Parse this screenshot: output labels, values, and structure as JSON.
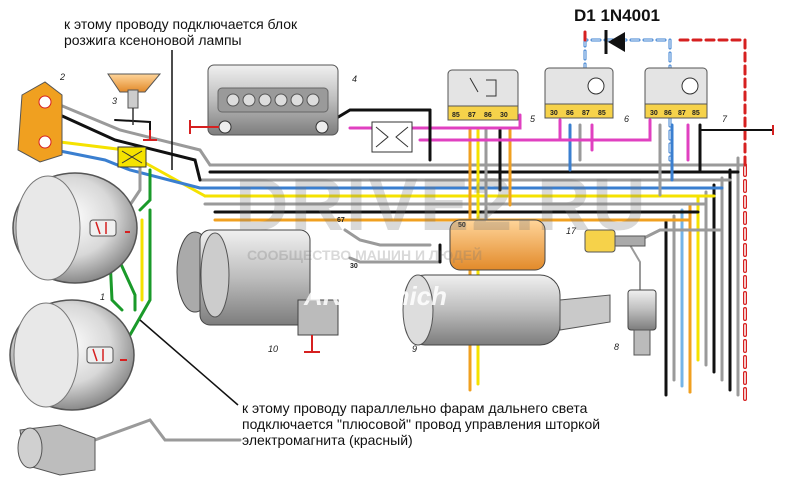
{
  "annotations": {
    "top_note": {
      "line1": "к этому проводу подключается блок",
      "line2": "розжига ксеноновой лампы"
    },
    "bottom_note": {
      "line1": "к этому проводу параллельно фарам дальнего света",
      "line2": "подключается \"плюсовой\" провод управления шторкой",
      "line3": "электромагнита (красный)"
    },
    "diode_label": "D1  1N4001"
  },
  "watermark": {
    "main": "DRIVE2.RU",
    "sub": "СООБЩЕСТВО МАШИН И ЛЮДЕЙ",
    "author": "ARTyomich"
  },
  "component_numbers": [
    "1",
    "2",
    "3",
    "4",
    "5",
    "6",
    "7",
    "8",
    "9",
    "10",
    "17"
  ],
  "terminal_labels": {
    "alternator_30": "30",
    "alternator_67": "67",
    "starter_50": "50",
    "relay_terminals": [
      "85",
      "87",
      "86",
      "30"
    ]
  },
  "colors": {
    "wire_yellow": "#f5e200",
    "wire_green": "#1a9a2a",
    "wire_gray": "#9a9a9a",
    "wire_blue": "#3a7fd0",
    "wire_pink": "#e040c0",
    "wire_orange": "#f0a020",
    "wire_black": "#111111",
    "wire_red": "#d62020",
    "wire_lightblue": "#74b4e8",
    "component_gray": "#c8c8c8",
    "relay_yellow": "#f6d24a"
  }
}
